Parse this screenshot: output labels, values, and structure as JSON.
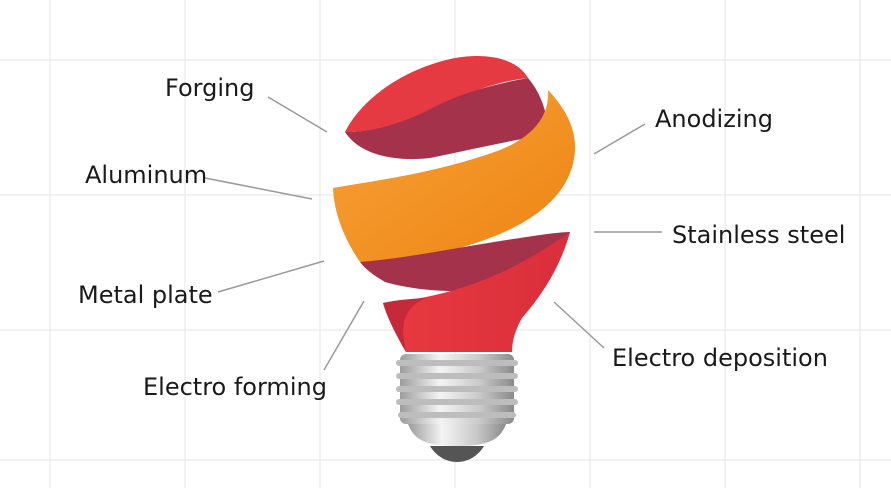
{
  "labels": {
    "forging": "Forging",
    "aluminum": "Aluminum",
    "metal_plate": "Metal plate",
    "electro_forming": "Electro forming",
    "anodizing": "Anodizing",
    "stainless_steel": "Stainless steel",
    "electro_deposition": "Electro deposition"
  },
  "colors": {
    "grid": "#e8e8e8",
    "red": "#e8393f",
    "dark_red": "#a3324a",
    "orange": "#f6911e",
    "silver": "#d9d9d9",
    "bulb_tip": "#555555",
    "leader_line": "#9a9a9a",
    "text": "#1a1a1a"
  }
}
